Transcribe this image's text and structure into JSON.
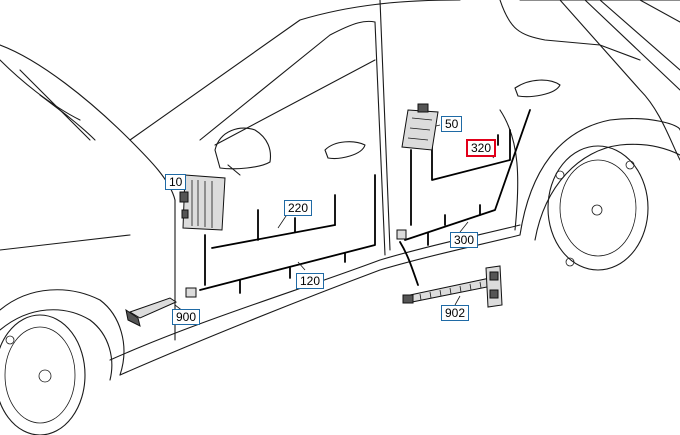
{
  "callouts": [
    {
      "key": "p10",
      "label": "10",
      "active": false
    },
    {
      "key": "p50",
      "label": "50",
      "active": false
    },
    {
      "key": "p120",
      "label": "120",
      "active": false
    },
    {
      "key": "p220",
      "label": "220",
      "active": false
    },
    {
      "key": "p300",
      "label": "300",
      "active": false
    },
    {
      "key": "p320",
      "label": "320",
      "active": true
    },
    {
      "key": "p900",
      "label": "900",
      "active": false
    },
    {
      "key": "p902",
      "label": "902",
      "active": false
    }
  ],
  "colors": {
    "callout_border": "#1f6aa5",
    "callout_active_border": "#e2001a",
    "line": "#1a1a1a"
  }
}
